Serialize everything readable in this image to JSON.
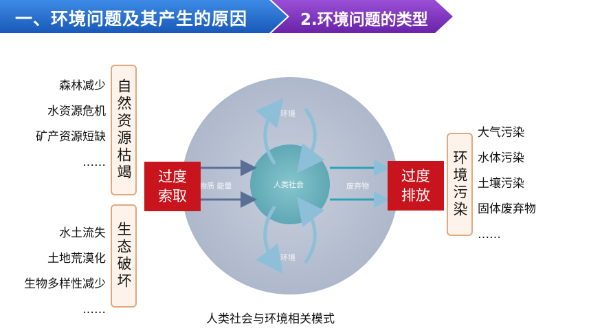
{
  "header": {
    "section_title": "一、环境问题及其产生的原因",
    "sub_title": "2.环境问题的类型"
  },
  "left": {
    "resource_items": [
      "森林减少",
      "水资源危机",
      "矿产资源短缺",
      "……"
    ],
    "resource_box": "自然资源枯竭",
    "ecology_items": [
      "水土流失",
      "土地荒漠化",
      "生物多样性减少",
      "……"
    ],
    "ecology_box": "生态破坏",
    "action_box": "过度索取"
  },
  "right": {
    "action_box": "过度排放",
    "pollution_box": "环境污染",
    "pollution_items": [
      "大气污染",
      "水体污染",
      "土壤污染",
      "固体废弃物",
      "……"
    ]
  },
  "diagram": {
    "center_label": "人类社会",
    "top_label": "环境",
    "bottom_label": "环境",
    "left_label": "物质 能量",
    "right_label": "废弃物",
    "caption": "人类社会与环境相关模式"
  },
  "colors": {
    "header_blue": "#1f6fce",
    "header_purple": "#7b2fb8",
    "red": "#c8141c",
    "box_border": "#e0a97c",
    "box_fill": "#fdf3ea",
    "circle_outer": "#b9c2d3",
    "circle_inner": "#6ab1bd"
  }
}
